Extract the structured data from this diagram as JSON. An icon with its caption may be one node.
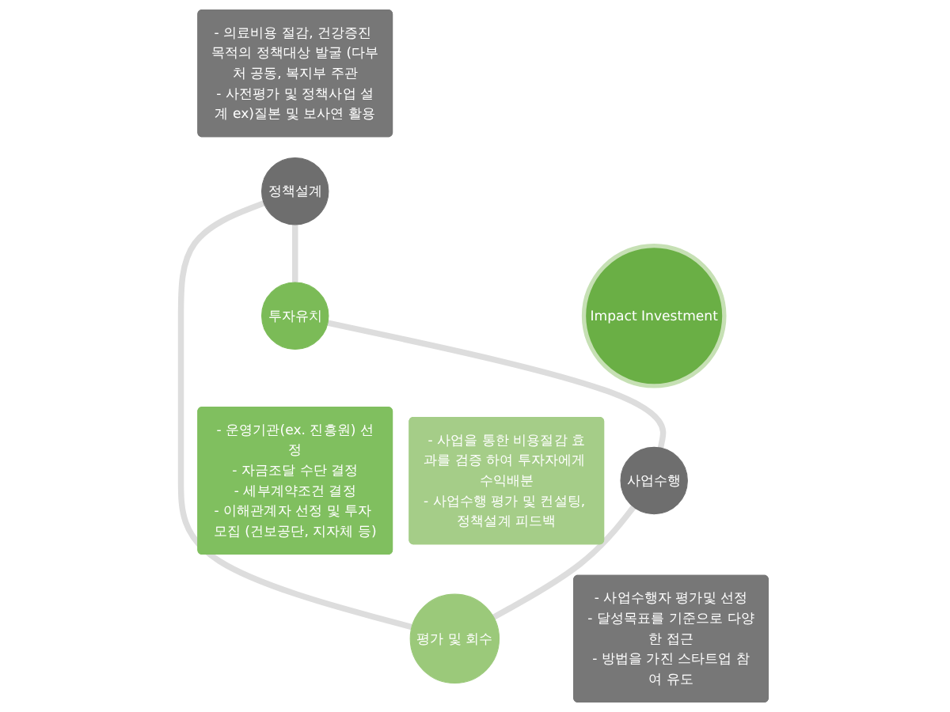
{
  "diagram": {
    "nodes": [
      {
        "text": [
          "- 의료비용 절감, 건강증진 목적의 정책대상 발굴 (다부처 공동, 복지부 주관",
          "- 사전평가 및 정책사업 설계 ex)질본 및 보사연 활용"
        ]
      },
      {
        "text": [
          "정책설계"
        ]
      },
      {
        "text": [
          "- 사업을 통한 비용절감 효과를 검증 하여 투자자에게 수익배분",
          "- 사업수행 평가 및 컨설팅, 정책설계 피드백"
        ]
      },
      {
        "text": [
          "평가 및 회수"
        ]
      },
      {
        "text": [
          "Impact Investment"
        ]
      },
      {
        "text": [
          "투자유치"
        ]
      },
      {
        "text": [
          "- 운영기관(ex. 진흥원) 선정",
          "- 자금조달 수단 결정",
          "- 세부계약조건 결정",
          "- 이해관계자 선정 및 투자 모집 (건보공단, 지자체 등)"
        ]
      },
      {
        "text": [
          "사업수행"
        ]
      },
      {
        "text": [
          "- 사업수행자 평가및 선정",
          "- 달성목표를 기준으로 다양한 접근",
          "- 방법을 가진 스타트업 참여 유도"
        ]
      }
    ],
    "edges": [
      {
        "from": 1,
        "to": 5,
        "arrow": "none"
      },
      {
        "from": 5,
        "to": 7,
        "arrow": "none"
      },
      {
        "from": 7,
        "to": 3,
        "arrow": "none"
      },
      {
        "from": 3,
        "to": 1,
        "arrow": "none"
      }
    ]
  }
}
